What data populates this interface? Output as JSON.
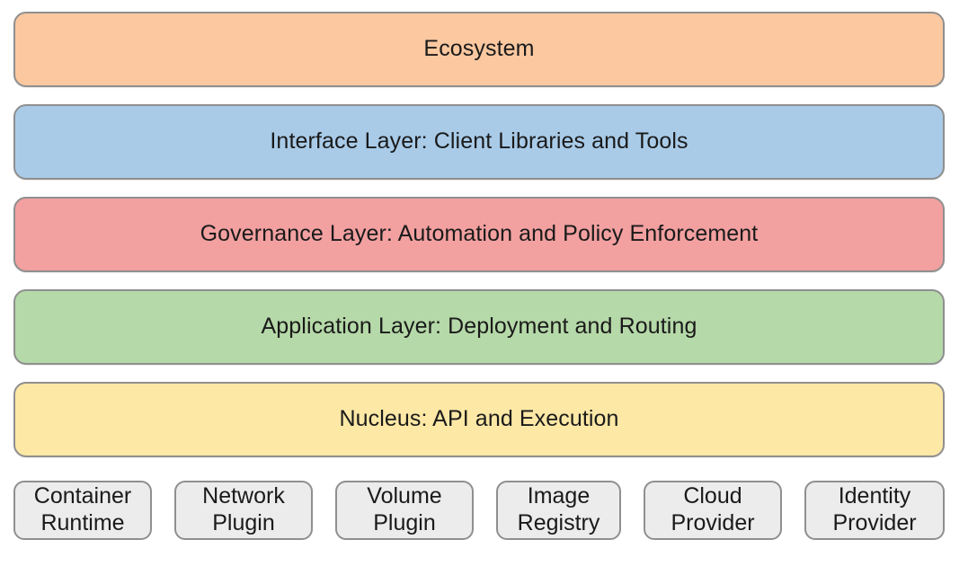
{
  "layers": [
    {
      "label": "Ecosystem",
      "color": "#fbc8a0"
    },
    {
      "label": "Interface Layer: Client Libraries and Tools",
      "color": "#a9cbe8"
    },
    {
      "label": "Governance Layer: Automation and Policy Enforcement",
      "color": "#f2a0a0"
    },
    {
      "label": "Application Layer: Deployment and Routing",
      "color": "#b5d9a8"
    },
    {
      "label": "Nucleus: API and Execution",
      "color": "#fde8a6"
    }
  ],
  "plugins": [
    {
      "label": "Container\nRuntime"
    },
    {
      "label": "Network\nPlugin"
    },
    {
      "label": "Volume\nPlugin"
    },
    {
      "label": "Image\nRegistry"
    },
    {
      "label": "Cloud\nProvider"
    },
    {
      "label": "Identity\nProvider"
    }
  ],
  "colors": {
    "border": "#8f8f8f",
    "plugin_fill": "#ececec"
  }
}
